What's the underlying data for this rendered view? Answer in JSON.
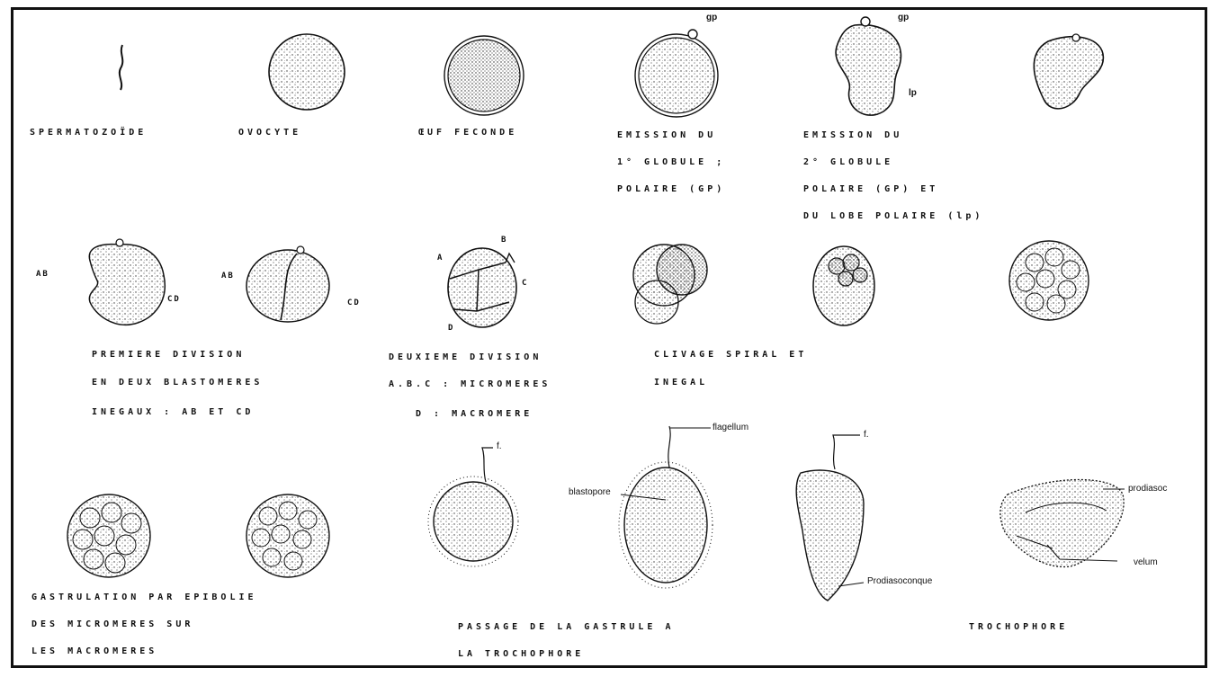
{
  "stages": {
    "spermatozoide": "SPERMATOZOÏDE",
    "ovocyte": "OVOCYTE",
    "oeuf": "ŒUF    FECONDE",
    "emission1": [
      "EMISSION   DU",
      "1° GLOBULE ;",
      "POLAIRE (GP)"
    ],
    "emission2": [
      "EMISSION   DU",
      "2° GLOBULE",
      "POLAIRE (GP) ET",
      "DU LOBE  POLAIRE (lp)"
    ],
    "premiere": [
      "PREMIERE    DIVISION",
      "EN  DEUX  BLASTOMERES",
      "INEGAUX :  AB  ET  CD"
    ],
    "deuxieme": [
      "DEUXIEME  DIVISION",
      "A.B.C : MICROMERES",
      "D : MACROMERE"
    ],
    "clivage": [
      "CLIVAGE   SPIRAL   ET",
      "INEGAL"
    ],
    "gastrulation": [
      "GASTRULATION  PAR  EPIBOLIE",
      "DES  MICROMERES  SUR",
      "LES    MACROMERES"
    ],
    "passage": [
      "PASSAGE    DE    LA    GASTRULE    A",
      "LA     TROCHOPHORE"
    ],
    "trochophore": "TROCHOPHORE"
  },
  "annotations": {
    "gp1": "gp",
    "gp2": "gp",
    "lp": "lp",
    "ab1": "AB",
    "cd1": "CD",
    "ab2": "AB",
    "cd2": "CD",
    "a": "A",
    "b": "B",
    "c": "C",
    "d": "D",
    "f1": "f.",
    "flagellum": "flagellum",
    "blastopore": "blastopore",
    "f2": "f.",
    "prodiasoconque": "Prodiasoconque",
    "prodiasoc": "prodiasoc",
    "velum": "velum"
  }
}
